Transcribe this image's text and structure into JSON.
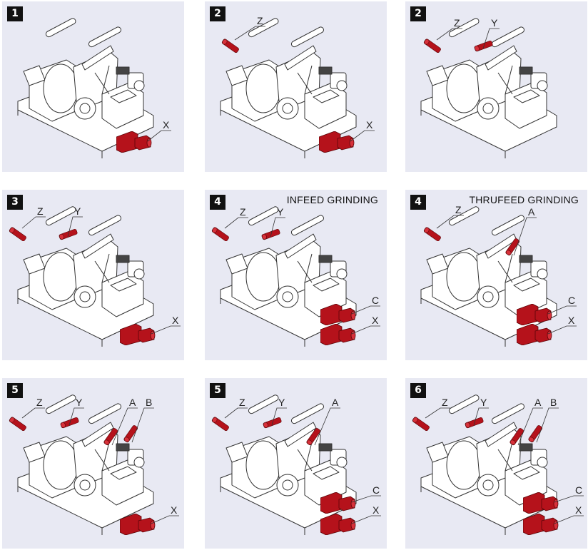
{
  "colors": {
    "panel_bg": "#e8e9f3",
    "axis_red": "#b5121b",
    "line": "#333333",
    "badge": "#111111"
  },
  "panels": [
    {
      "step": "1",
      "title": "",
      "axes": [
        "X"
      ]
    },
    {
      "step": "2",
      "title": "",
      "axes": [
        "Z",
        "X"
      ]
    },
    {
      "step": "2",
      "title": "",
      "axes": [
        "Z",
        "Y"
      ]
    },
    {
      "step": "3",
      "title": "",
      "axes": [
        "Z",
        "Y",
        "X"
      ]
    },
    {
      "step": "4",
      "title": "INFEED GRINDING",
      "axes": [
        "Z",
        "Y",
        "C",
        "X"
      ]
    },
    {
      "step": "4",
      "title": "THRUFEED GRINDING",
      "axes": [
        "Z",
        "A",
        "C",
        "X"
      ]
    },
    {
      "step": "5",
      "title": "",
      "axes": [
        "Z",
        "Y",
        "A",
        "B",
        "X"
      ]
    },
    {
      "step": "5",
      "title": "",
      "axes": [
        "Z",
        "Y",
        "A",
        "C",
        "X"
      ]
    },
    {
      "step": "6",
      "title": "",
      "axes": [
        "Z",
        "Y",
        "A",
        "B",
        "C",
        "X"
      ]
    }
  ]
}
